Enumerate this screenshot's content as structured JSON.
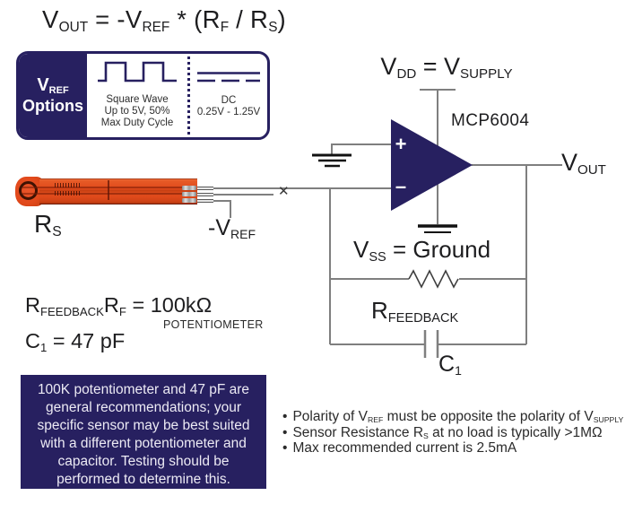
{
  "colors": {
    "navy": "#272060",
    "wire_gray": "#7f7f7f",
    "ink": "#1d1d1f",
    "sensor_orange": "#e2491b",
    "white": "#ffffff"
  },
  "title_formula": {
    "segments": [
      {
        "t": "V"
      },
      {
        "t": "OUT",
        "sub": true
      },
      {
        "t": " = -V"
      },
      {
        "t": "REF",
        "sub": true
      },
      {
        "t": " * (R"
      },
      {
        "t": "F",
        "sub": true
      },
      {
        "t": " / R"
      },
      {
        "t": "S",
        "sub": true
      },
      {
        "t": ")"
      }
    ]
  },
  "vref_options_box": {
    "title": {
      "segments": [
        {
          "t": "V"
        },
        {
          "t": "REF",
          "sub": true
        }
      ]
    },
    "subtitle": "Options",
    "square_wave": {
      "line1": "Square Wave",
      "line2": "Up to 5V, 50%",
      "line3": "Max Duty Cycle"
    },
    "dc": {
      "line1": "DC",
      "line2": "0.25V - 1.25V"
    }
  },
  "sensor": {
    "label": {
      "segments": [
        {
          "t": "R"
        },
        {
          "t": "S",
          "sub": true
        }
      ]
    },
    "neg_vref_label": {
      "segments": [
        {
          "t": "-V"
        },
        {
          "t": "REF",
          "sub": true
        }
      ]
    },
    "no_connect_mark": "✕"
  },
  "opamp": {
    "part_number": "MCP6004",
    "plus_label": "+",
    "minus_label": "–",
    "vdd_label": {
      "segments": [
        {
          "t": "V"
        },
        {
          "t": "DD",
          "sub": true
        },
        {
          "t": " = V"
        },
        {
          "t": "SUPPLY",
          "sub": true
        }
      ]
    },
    "vss_label": {
      "segments": [
        {
          "t": "V"
        },
        {
          "t": "SS",
          "sub": true
        },
        {
          "t": " = Ground"
        }
      ]
    },
    "vout_label": {
      "segments": [
        {
          "t": "V"
        },
        {
          "t": "OUT",
          "sub": true
        }
      ]
    }
  },
  "feedback_network": {
    "resistor_label": {
      "segments": [
        {
          "t": "R"
        },
        {
          "t": "FEEDBACK",
          "sub": true
        }
      ]
    },
    "capacitor_label": {
      "segments": [
        {
          "t": "C"
        },
        {
          "t": "1",
          "sub": true
        }
      ]
    }
  },
  "component_values": {
    "feedback_resistor_line": {
      "segments": [
        {
          "t": "R"
        },
        {
          "t": "FEEDBACK",
          "sub": true
        },
        {
          "t": "R"
        },
        {
          "t": "F",
          "sub": true
        },
        {
          "t": " = 100kΩ"
        }
      ]
    },
    "feedback_resistor_note": "POTENTIOMETER",
    "capacitor_line": {
      "segments": [
        {
          "t": "C"
        },
        {
          "t": "1",
          "sub": true
        },
        {
          "t": " = 47 pF"
        }
      ]
    }
  },
  "recommendation_box": {
    "lines": [
      "100K potentiometer and 47 pF are",
      "general recommendations; your",
      "specific sensor may be best suited",
      "with a different potentiometer and",
      "capacitor. Testing should be",
      "performed to determine this."
    ]
  },
  "notes": {
    "bullet_char": "•",
    "items": [
      {
        "segments": [
          {
            "t": "Polarity of V"
          },
          {
            "t": "REF",
            "sub": true
          },
          {
            "t": " must be opposite the polarity of V"
          },
          {
            "t": "SUPPLY",
            "sub": true
          }
        ]
      },
      {
        "segments": [
          {
            "t": "Sensor Resistance R"
          },
          {
            "t": "S",
            "sub": true
          },
          {
            "t": " at no load is typically >1MΩ"
          }
        ]
      },
      {
        "segments": [
          {
            "t": "Max recommended current is 2.5mA"
          }
        ]
      }
    ]
  }
}
